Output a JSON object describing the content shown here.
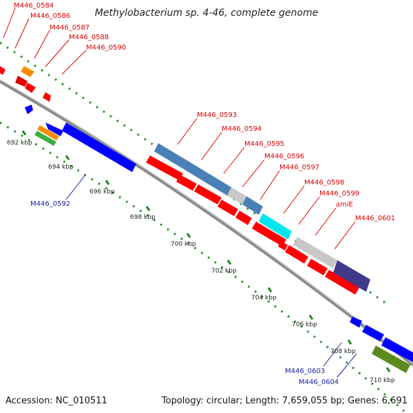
{
  "title": "Methylobacterium sp. 4-46, complete genome",
  "footer": {
    "accession": "Accession: NC_010511",
    "topology": "Topology: circular; Length: 7,659,055 bp; Genes: 6,691"
  },
  "colors": {
    "backbone": "#8a8a8a",
    "tick_dots": "#1f8a1f",
    "forward_gene": "#ff0000",
    "reverse_gene": "#0000ff",
    "steelblue_gene": "#4a80b8",
    "grey_gene": "#c8c8c8",
    "cyan_gene": "#00e5ee",
    "navy_gene": "#3f3a8a",
    "orange_gene": "#ff8c00",
    "green_gene": "#3cb043",
    "olive_gene": "#5a8a1e",
    "label_forward": "#dd0000",
    "label_reverse": "#1a1aaa"
  },
  "ticks": [
    "692 kbp",
    "694 kbp",
    "696 kbp",
    "698 kbp",
    "700 kbp",
    "702 kbp",
    "704 kbp",
    "706 kbp",
    "708 kbp",
    "710 kbp"
  ],
  "labels_forward": [
    "M446_0584",
    "M446_0586",
    "M446_0587",
    "M446_0588",
    "M446_0590",
    "M446_0593",
    "M446_0594",
    "M446_0595",
    "M446_0596",
    "M446_0597",
    "M446_0598",
    "M446_0599",
    "amiE",
    "M446_0601"
  ],
  "labels_reverse": [
    "M446_0592",
    "M446_0603",
    "M446_0604"
  ]
}
